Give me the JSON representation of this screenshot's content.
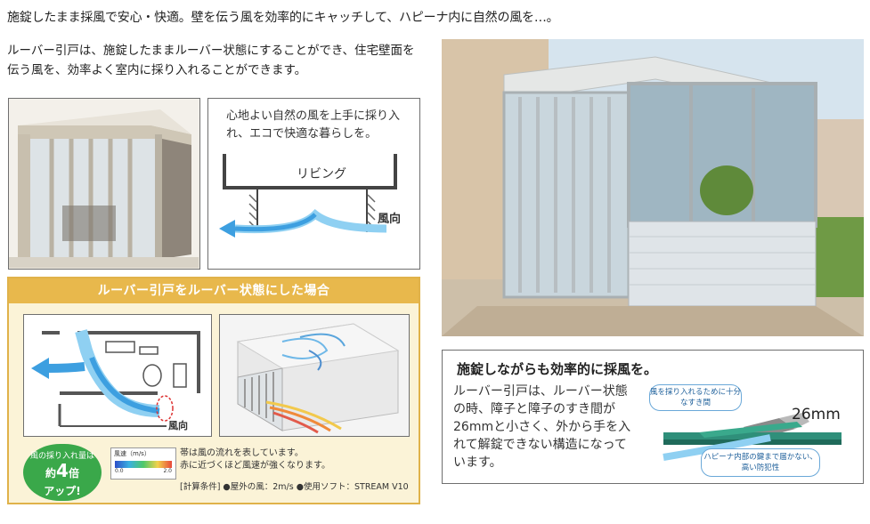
{
  "heading": "施錠したまま採風で安心・快適。壁を伝う風を効率的にキャッチして、ハピーナ内に自然の風を…。",
  "intro": "ルーバー引戸は、施錠したままルーバー状態にすることができ、住宅壁面を伝う風を、効率よく室内に採り入れることができます。",
  "airflow": {
    "caption": "心地よい自然の風を上手に採り入れ、エコで快適な暮らしを。",
    "room": "リビング",
    "wind": "風向"
  },
  "louver": {
    "title": "ルーバー引戸をルーバー状態にした場合",
    "wind_label": "風向",
    "badge_line1": "風の採り入れ量は",
    "badge_line2_pre": "約",
    "badge_number": "4",
    "badge_line2_post": "倍",
    "badge_line3": "アップ!",
    "scale_label": "風速（m/s）",
    "scale_min": "0.0",
    "scale_max": "2.0",
    "desc_line1": "帯は風の流れを表しています。",
    "desc_line2": "赤に近づくほど風速が強くなります。",
    "conditions": "[計算条件] ●屋外の風：2m/s ●使用ソフト：STREAM V10"
  },
  "info": {
    "title": "施錠しながらも効率的に採風を。",
    "body": "ルーバー引戸は、ルーバー状態の時、障子と障子のすき間が26mmと小さく、外から手を入れて解錠できない構造になっています。",
    "callout_top": "風を採り入れるために十分なすき間",
    "measure": "26mm",
    "callout_bottom": "ハピーナ内部の鍵まで届かない、高い防犯性"
  },
  "colors": {
    "accent_gold": "#e8b84c",
    "arrow_blue": "#3d9fe0",
    "border_gray": "#6f6f6f"
  }
}
